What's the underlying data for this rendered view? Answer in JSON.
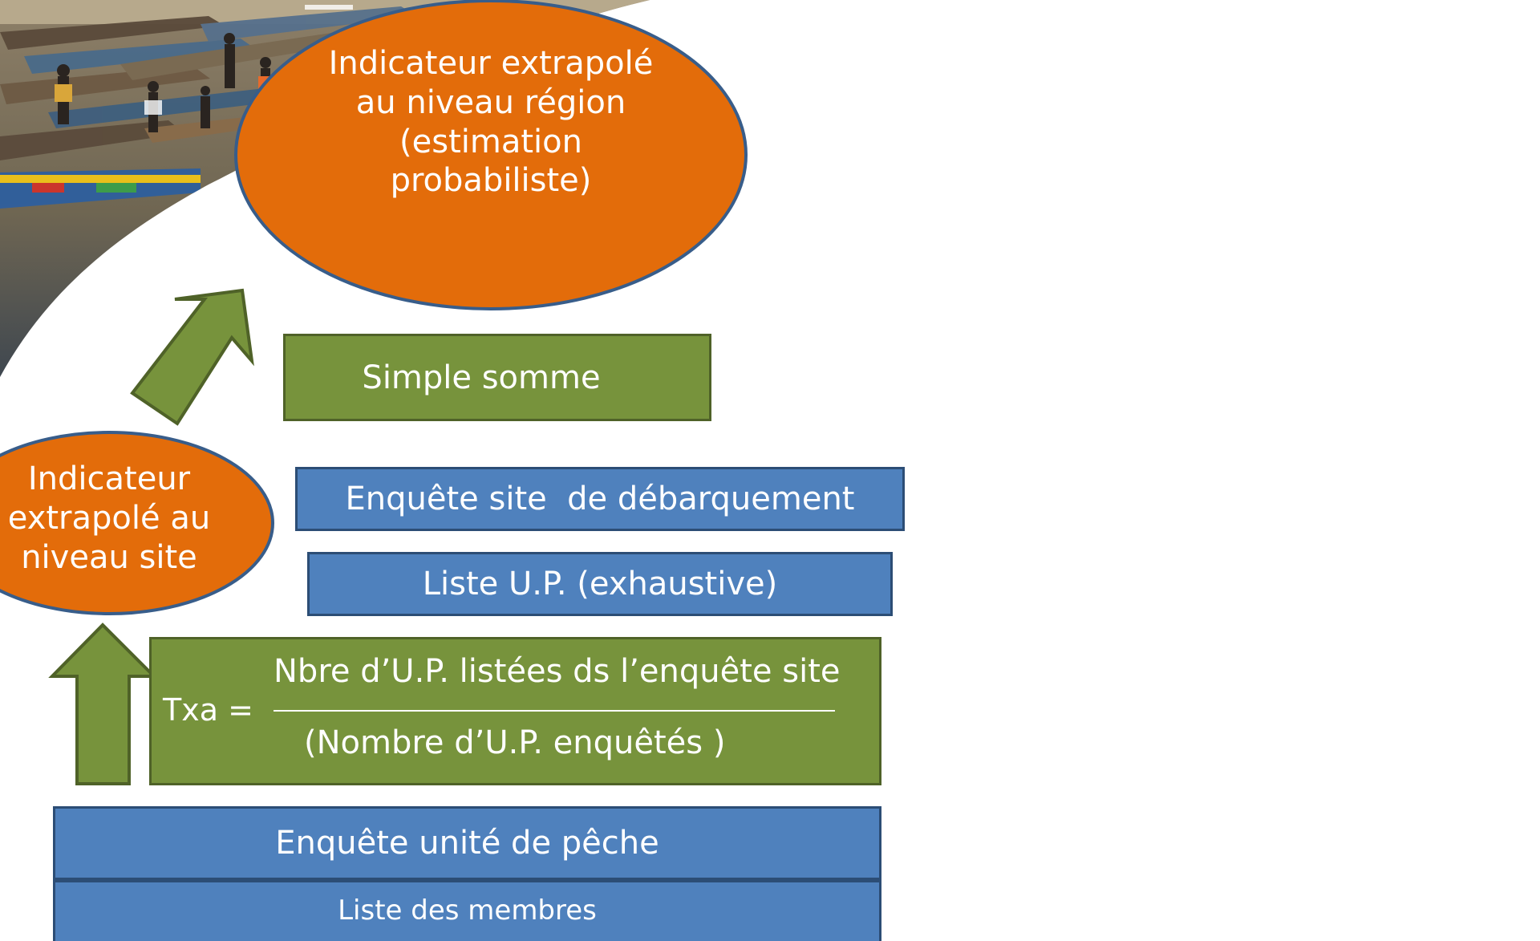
{
  "region_indicator": {
    "lines": [
      "Indicateur extrapolé",
      "au niveau région",
      "(estimation",
      "probabiliste)"
    ]
  },
  "site_indicator": {
    "lines": [
      "Indicateur",
      "extrapolé au",
      "niveau site"
    ]
  },
  "simple_sum": {
    "label": "Simple somme"
  },
  "landing_site_survey": {
    "label": "Enquête site  de débarquement"
  },
  "fishing_unit_list": {
    "label": "Liste U.P. (exhaustive)"
  },
  "formula": {
    "lhs": "Txa =",
    "numerator": "Nbre d’U.P. listées ds l’enquête site",
    "denominator": "(Nombre d’U.P. enquêtés )"
  },
  "fishing_unit_survey": {
    "label": "Enquête unité de pêche"
  },
  "member_list": {
    "label": "Liste des membres"
  },
  "colors": {
    "orange": "#e36c0a",
    "green": "#77933c",
    "blue": "#4f81bd",
    "outline": "#385d8a"
  }
}
